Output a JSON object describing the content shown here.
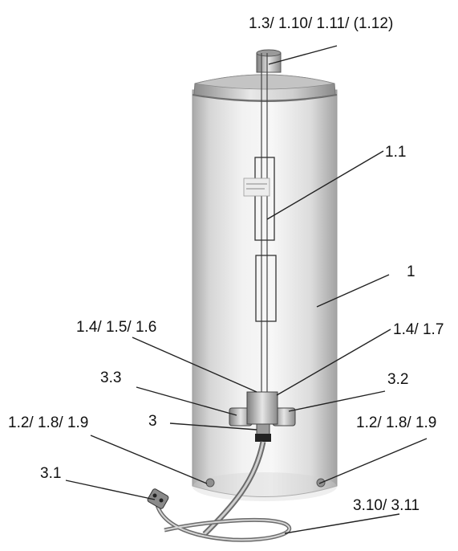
{
  "labels": {
    "top_pipe": "1.3/ 1.10/ 1.11/ (1.12)",
    "heating_element": "1.1",
    "tank": "1",
    "left_valve_group": "1.4/ 1.5/ 1.6",
    "right_valve_group": "1.4/ 1.7",
    "left_handle": "3.3",
    "right_handle": "3.2",
    "fitting": "3",
    "left_foot": "1.2/ 1.8/ 1.9",
    "right_foot": "1.2/ 1.8/ 1.9",
    "plug": "3.1",
    "hose": "3.10/ 3.11"
  }
}
